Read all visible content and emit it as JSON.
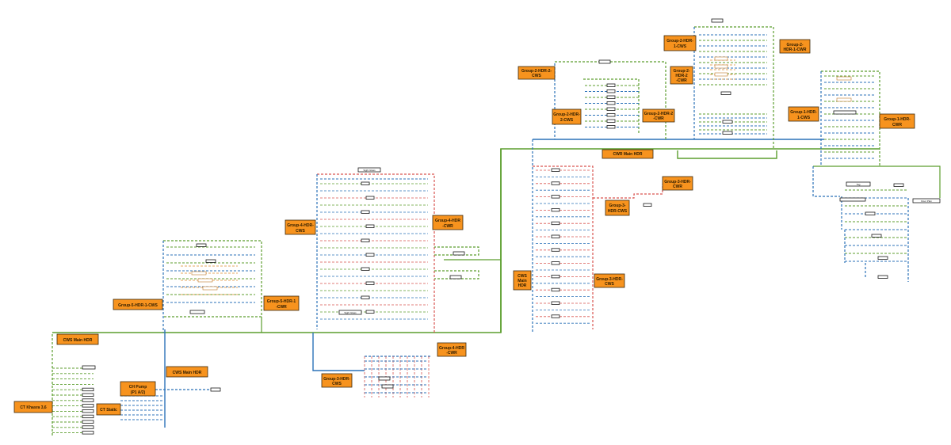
{
  "diagram": {
    "nodes": [
      {
        "id": "ct-khasra",
        "lines": [
          "CT Khasra 3,6"
        ]
      },
      {
        "id": "ct-static",
        "lines": [
          "CT Static"
        ]
      },
      {
        "id": "ch-pump",
        "lines": [
          "CH Pump",
          "(P1 A/2)"
        ]
      },
      {
        "id": "cws-main-hdr-top",
        "lines": [
          "CWS Main HDR"
        ]
      },
      {
        "id": "cws-main-hdr-mid",
        "lines": [
          "CWS Main HDR"
        ]
      },
      {
        "id": "group5-hdr1-cws",
        "lines": [
          "Group-5-HDR-1-CWS"
        ]
      },
      {
        "id": "group5-hdr1-cwr",
        "lines": [
          "Group-5-HDR-1",
          "-CWR"
        ]
      },
      {
        "id": "group4-hdr-cws",
        "lines": [
          "Group-4-HDR-",
          "CWS"
        ]
      },
      {
        "id": "group4-hdr-cwr",
        "lines": [
          "Group-4-HDR",
          "-CWR"
        ]
      },
      {
        "id": "group4-hdr-cwr-low",
        "lines": [
          "Group-4-HDR",
          "-CWR"
        ]
      },
      {
        "id": "group3-hdr-cws-low",
        "lines": [
          "Group-3-HDR-",
          "CWS"
        ]
      },
      {
        "id": "cws-main-hdr-vert",
        "lines": [
          "CWS",
          "Main",
          "HDR"
        ]
      },
      {
        "id": "group3-hdr-cws1",
        "lines": [
          "Group-3-HDR-",
          "CWS"
        ]
      },
      {
        "id": "group3-hdr-cws2",
        "lines": [
          "Group-3-",
          "HDR-CWS"
        ]
      },
      {
        "id": "group3-hdr-cwr",
        "lines": [
          "Group-3-HDR-",
          "CWR"
        ]
      },
      {
        "id": "cwr-main-hdr",
        "lines": [
          "CWR Main HDR"
        ]
      },
      {
        "id": "group2-hdr2-cws",
        "lines": [
          "Group-2-HDR-2-",
          "CWS"
        ]
      },
      {
        "id": "group2-hdr2-cws-b",
        "lines": [
          "Group-2-HDR-",
          "2-CWS"
        ]
      },
      {
        "id": "group2-hdr2-cwr",
        "lines": [
          "Group-2-HDR-2",
          "-CWR"
        ]
      },
      {
        "id": "group2-hdr2-cwr-b",
        "lines": [
          "Group-2-",
          "HDR-2",
          "-CWR"
        ]
      },
      {
        "id": "group2-hdr1-cws",
        "lines": [
          "Group-2-HDR-",
          "1-CWS"
        ]
      },
      {
        "id": "group2-hdr1-cwr",
        "lines": [
          "Group-2-",
          "HDR-1-CWR"
        ]
      },
      {
        "id": "group1-hdr-cws",
        "lines": [
          "Group-1-HDR-",
          "1-CWS"
        ]
      },
      {
        "id": "group1-hdr-cwr",
        "lines": [
          "Group-1-HDR-",
          "CWR"
        ]
      }
    ],
    "small_labels": {
      "sl-g4-top": "Sight Glass",
      "sl-g4-bottom": "Sight Glass",
      "sl-g1-tag": "Tag",
      "sl-right-long": "Floor Plan"
    }
  }
}
